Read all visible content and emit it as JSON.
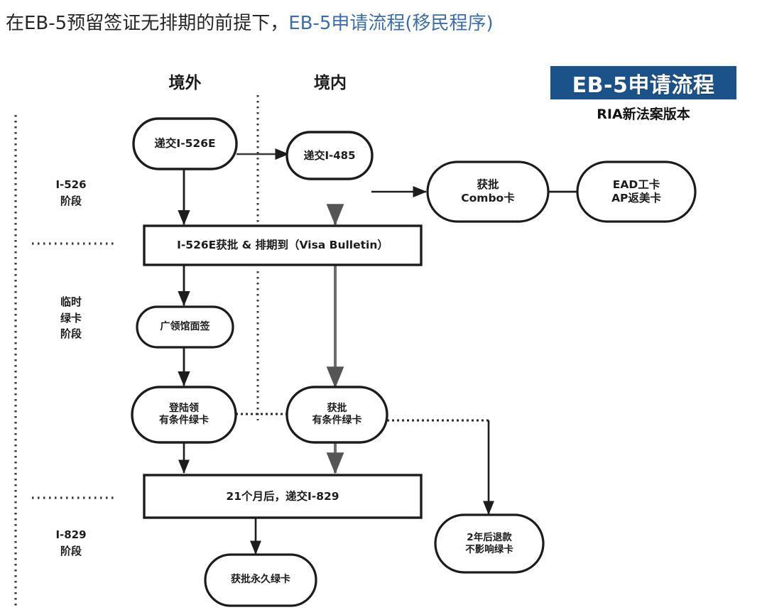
{
  "title": {
    "black_part": "在EB-5预留签证无排期的前提下，",
    "blue_part": "EB-5申请流程(移民程序)",
    "blue_color": "#3c6da8",
    "black_color": "#262626"
  },
  "badge": {
    "label": "EB-5申请流程",
    "subtitle": "RIA新法案版本",
    "background_color": "#1b5289",
    "text_color": "#ffffff"
  },
  "columns": [
    {
      "id": "overseas",
      "label": "境外"
    },
    {
      "id": "domestic",
      "label": "境内"
    }
  ],
  "phases": [
    {
      "id": "i526",
      "lines": [
        "I-526",
        "阶段"
      ]
    },
    {
      "id": "temp-green-card",
      "lines": [
        "临时",
        "绿卡",
        "阶段"
      ]
    },
    {
      "id": "i829",
      "lines": [
        "I-829",
        "阶段"
      ]
    }
  ],
  "nodes": [
    {
      "id": "submit-i526e",
      "shape": "stadium",
      "lines": [
        "递交I-526E"
      ]
    },
    {
      "id": "submit-i485",
      "shape": "stadium",
      "lines": [
        "递交I-485"
      ]
    },
    {
      "id": "combo-card-approved",
      "shape": "stadium",
      "lines": [
        "获批",
        "Combo卡"
      ]
    },
    {
      "id": "ead-ap-card",
      "shape": "stadium",
      "lines": [
        "EAD工卡",
        "AP返美卡"
      ]
    },
    {
      "id": "i526e-approved-visa-bulletin",
      "shape": "rect",
      "lines": [
        "I-526E获批 & 排期到（Visa Bulletin）"
      ]
    },
    {
      "id": "consulate-interview",
      "shape": "stadium",
      "lines": [
        "广领馆面签"
      ]
    },
    {
      "id": "land-conditional-green-card",
      "shape": "stadium",
      "lines": [
        "登陆领",
        "有条件绿卡"
      ]
    },
    {
      "id": "approved-conditional-green-card",
      "shape": "stadium",
      "lines": [
        "获批",
        "有条件绿卡"
      ]
    },
    {
      "id": "submit-i829-after-21-months",
      "shape": "rect",
      "lines": [
        "21个月后，递交I-829"
      ]
    },
    {
      "id": "permanent-green-card-approved",
      "shape": "stadium",
      "lines": [
        "获批永久绿卡"
      ]
    },
    {
      "id": "refund-after-2-years",
      "shape": "stadium",
      "lines": [
        "2年后退款",
        "不影响绿卡"
      ]
    }
  ],
  "connectors": [
    {
      "id": "i526e-to-i485",
      "style": "solid-arrow",
      "color": "#3a3a3a"
    },
    {
      "id": "i526e-to-approval-box",
      "style": "solid-arrow",
      "color": "#1c1c1c"
    },
    {
      "id": "i485-to-approval-box",
      "style": "solid-arrow",
      "color": "#6d6d6d"
    },
    {
      "id": "i485-to-combo",
      "style": "solid-arrow",
      "color": "#1c1c1c"
    },
    {
      "id": "combo-to-ead",
      "style": "plain-line",
      "color": "#1c1c1c"
    },
    {
      "id": "approval-box-to-consulate",
      "style": "solid-arrow",
      "color": "#1c1c1c"
    },
    {
      "id": "approval-box-to-approved-conditional",
      "style": "solid-arrow",
      "color": "#6d6d6d"
    },
    {
      "id": "consulate-to-land",
      "style": "solid-arrow",
      "color": "#1c1c1c"
    },
    {
      "id": "land-to-approved-conditional",
      "style": "dotted-line",
      "color": "#2a2a2a"
    },
    {
      "id": "land-to-i829-box",
      "style": "solid-arrow",
      "color": "#1c1c1c"
    },
    {
      "id": "approved-conditional-to-i829-box",
      "style": "solid-arrow",
      "color": "#6d6d6d"
    },
    {
      "id": "approved-conditional-to-refund",
      "style": "dotted-then-arrow",
      "color": "#1c1c1c"
    },
    {
      "id": "i829-box-to-permanent",
      "style": "solid-arrow",
      "color": "#1c1c1c"
    }
  ],
  "dividers": [
    {
      "id": "left-vertical-dotted",
      "orientation": "vertical"
    },
    {
      "id": "center-vertical-dotted-top",
      "orientation": "vertical"
    },
    {
      "id": "center-vertical-dotted-bottom",
      "orientation": "vertical"
    },
    {
      "id": "phase-divider-i526",
      "orientation": "horizontal"
    },
    {
      "id": "phase-divider-i829",
      "orientation": "horizontal"
    }
  ]
}
